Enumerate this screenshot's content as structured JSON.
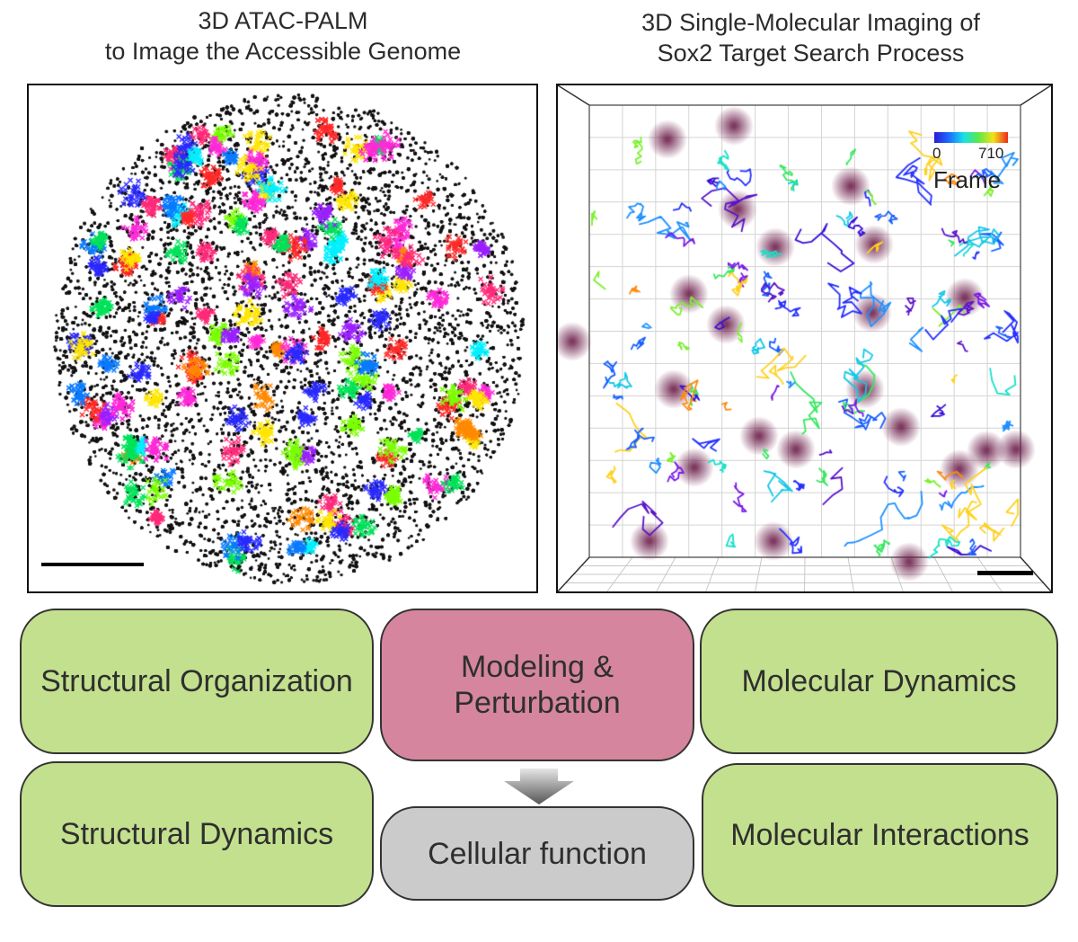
{
  "left_title": {
    "line1": "3D ATAC-PALM",
    "line2": "to Image the Accessible Genome"
  },
  "right_title": {
    "line1": "3D Single-Molecular Imaging of",
    "line2": "Sox2 Target Search Process"
  },
  "legend": {
    "min": "0",
    "max": "710",
    "caption": "Frame"
  },
  "boxes": {
    "structural_organization": "Structural Organization",
    "modeling_line1": "Modeling &",
    "modeling_line2": "Perturbation",
    "molecular_dynamics": "Molecular Dynamics",
    "structural_dynamics": "Structural Dynamics",
    "cellular_function": "Cellular function",
    "molecular_interactions": "Molecular Interactions"
  },
  "colors": {
    "box_green": "#c3e08e",
    "box_pink": "#d5869e",
    "box_grey": "#cbcbcb",
    "points": "#111111",
    "blob": "#6b1f4a"
  }
}
